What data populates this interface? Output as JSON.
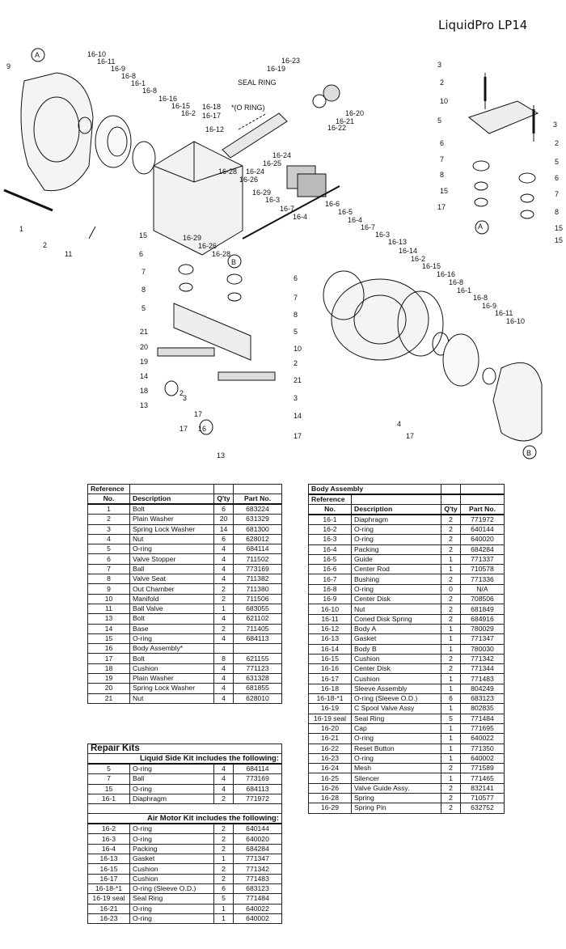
{
  "title": "LiquidPro LP14",
  "diagram_labels": {
    "callouts_left": [
      "16-10",
      "16-11",
      "16-9",
      "16-8",
      "16-1",
      "16-8",
      "16-16",
      "16-15",
      "16-2",
      "16-18",
      "16-17",
      "16-12",
      "16-23",
      "16-19",
      "16-20",
      "16-21",
      "16-22",
      "16-24",
      "16-25",
      "16-24",
      "16-26",
      "16-28",
      "16-29",
      "16-3",
      "16-7",
      "16-4",
      "16-6",
      "16-5",
      "16-4",
      "16-7",
      "16-3",
      "16-13",
      "16-14",
      "16-2",
      "16-15",
      "16-16",
      "16-8",
      "16-1",
      "16-8",
      "16-9",
      "16-11",
      "16-10",
      "16-29",
      "16-26",
      "16-28"
    ],
    "seal_ring": "SEAL RING",
    "o_ring": "*(O RING)",
    "nums": [
      "9",
      "1",
      "2",
      "11",
      "15",
      "6",
      "7",
      "8",
      "5",
      "21",
      "20",
      "19",
      "14",
      "18",
      "13",
      "17",
      "16",
      "3",
      "2",
      "3",
      "4",
      "17",
      "3",
      "2",
      "10",
      "5",
      "6",
      "7",
      "8",
      "15",
      "17",
      "3",
      "2",
      "5",
      "6",
      "7",
      "8",
      "15",
      "15",
      "6",
      "7",
      "8",
      "5",
      "10",
      "2",
      "3",
      "14",
      "21",
      "20",
      "19",
      "17",
      "16",
      "13",
      "14",
      "2",
      "3",
      "17"
    ],
    "circle_a": "A",
    "circle_b": "B"
  },
  "parts_table": {
    "ref_label": "Reference",
    "headers": [
      "No.",
      "Description",
      "Q'ty",
      "Part No."
    ],
    "rows": [
      [
        "1",
        "Bolt",
        "6",
        "683224"
      ],
      [
        "2",
        "Plain Washer",
        "20",
        "631329"
      ],
      [
        "3",
        "Spring Lock Washer",
        "14",
        "681300"
      ],
      [
        "4",
        "Nut",
        "6",
        "628012"
      ],
      [
        "5",
        "O-ring",
        "4",
        "684114"
      ],
      [
        "6",
        "Valve Stopper",
        "4",
        "711502"
      ],
      [
        "7",
        "Ball",
        "4",
        "773169"
      ],
      [
        "8",
        "Valve Seat",
        "4",
        "711382"
      ],
      [
        "9",
        "Out Chamber",
        "2",
        "711380"
      ],
      [
        "10",
        "Manifold",
        "2",
        "711506"
      ],
      [
        "11",
        "Ball Valve",
        "1",
        "683055"
      ],
      [
        "13",
        "Bolt",
        "4",
        "621102"
      ],
      [
        "14",
        "Base",
        "2",
        "711405"
      ],
      [
        "15",
        "O-ring",
        "4",
        "684113"
      ],
      [
        "16",
        "Body Assembly*",
        "",
        ""
      ],
      [
        "17",
        "Bolt",
        "8",
        "621155"
      ],
      [
        "18",
        "Cushion",
        "4",
        "771123"
      ],
      [
        "19",
        "Plain Washer",
        "4",
        "631328"
      ],
      [
        "20",
        "Spring Lock Washer",
        "4",
        "681855"
      ],
      [
        "21",
        "Nut",
        "4",
        "628010"
      ]
    ]
  },
  "body_table": {
    "group_label": "Body Assembly",
    "ref_label": "Reference",
    "headers": [
      "No.",
      "Description",
      "Q'ty",
      "Part No."
    ],
    "rows": [
      [
        "16-1",
        "Diaphragm",
        "2",
        "771972"
      ],
      [
        "16-2",
        "O-ring",
        "2",
        "640144"
      ],
      [
        "16-3",
        "O-ring",
        "2",
        "640020"
      ],
      [
        "16-4",
        "Packing",
        "2",
        "684284"
      ],
      [
        "16-5",
        "Guide",
        "1",
        "771337"
      ],
      [
        "16-6",
        "Center Rod",
        "1",
        "710578"
      ],
      [
        "16-7",
        "Bushing",
        "2",
        "771336"
      ],
      [
        "16-8",
        "O-ring",
        "0",
        "N/A"
      ],
      [
        "16-9",
        "Center Disk",
        "2",
        "708506"
      ],
      [
        "16-10",
        "Nut",
        "2",
        "681849"
      ],
      [
        "16-11",
        "Coned Disk Spring",
        "2",
        "684916"
      ],
      [
        "16-12",
        "Body A",
        "1",
        "780029"
      ],
      [
        "16-13",
        "Gasket",
        "1",
        "771347"
      ],
      [
        "16-14",
        "Body B",
        "1",
        "780030"
      ],
      [
        "16-15",
        "Cushion",
        "2",
        "771342"
      ],
      [
        "16-16",
        "Center Disk",
        "2",
        "771344"
      ],
      [
        "16-17",
        "Cushion",
        "1",
        "771483"
      ],
      [
        "16-18",
        "Sleeve Assembly",
        "1",
        "804249"
      ],
      [
        "16-18-*1",
        "O-ring (Sleeve O.D.)",
        "6",
        "683123"
      ],
      [
        "16-19",
        "C Spool Valve Assy",
        "1",
        "802835"
      ],
      [
        "16-19 seal",
        "Seal Ring",
        "5",
        "771484"
      ],
      [
        "16-20",
        "Cap",
        "1",
        "771695"
      ],
      [
        "16-21",
        "O-ring",
        "1",
        "640022"
      ],
      [
        "16-22",
        "Reset Button",
        "1",
        "771350"
      ],
      [
        "16-23",
        "O-ring",
        "1",
        "640002"
      ],
      [
        "16-24",
        "Mesh",
        "2",
        "771589"
      ],
      [
        "16-25",
        "Silencer",
        "1",
        "771465"
      ],
      [
        "16-26",
        "Valve Guide Assy.",
        "2",
        "832141"
      ],
      [
        "16-28",
        "Spring",
        "2",
        "710577"
      ],
      [
        "16-29",
        "Spring Pin",
        "2",
        "632752"
      ]
    ]
  },
  "repair_kits": {
    "title": "Repair Kits",
    "liquid_head": "Liquid Side Kit includes the following:",
    "liquid_rows": [
      [
        "5",
        "O-ring",
        "4",
        "684114"
      ],
      [
        "7",
        "Ball",
        "4",
        "773169"
      ],
      [
        "15",
        "O-ring",
        "4",
        "684113"
      ],
      [
        "16-1",
        "Diaphragm",
        "2",
        "771972"
      ]
    ],
    "air_head": "Air Motor Kit includes the following:",
    "air_rows": [
      [
        "16-2",
        "O-ring",
        "2",
        "640144"
      ],
      [
        "16-3",
        "O-ring",
        "2",
        "640020"
      ],
      [
        "16-4",
        "Packing",
        "2",
        "684284"
      ],
      [
        "16-13",
        "Gasket",
        "1",
        "771347"
      ],
      [
        "16-15",
        "Cushion",
        "2",
        "771342"
      ],
      [
        "16-17",
        "Cushion",
        "2",
        "771483"
      ],
      [
        "16-18-*1",
        "O-ring (Sleeve O.D.)",
        "6",
        "683123"
      ],
      [
        "16-19 seal",
        "Seal Ring",
        "5",
        "771484"
      ],
      [
        "16-21",
        "O-ring",
        "1",
        "640022"
      ],
      [
        "16-23",
        "O-ring",
        "1",
        "640002"
      ]
    ]
  }
}
